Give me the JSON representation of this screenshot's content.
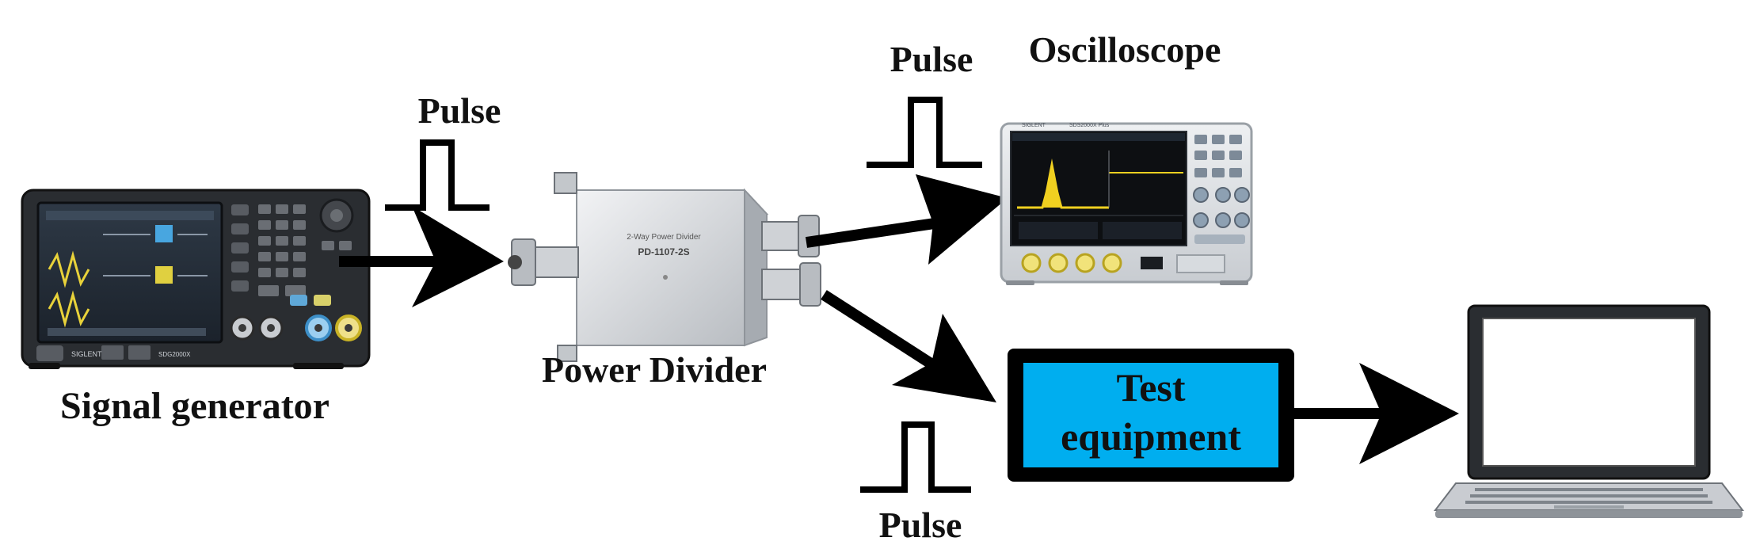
{
  "labels": {
    "pulse_generator_out": "Pulse",
    "pulse_to_oscilloscope": "Pulse",
    "pulse_to_test_equipment": "Pulse",
    "oscilloscope": "Oscilloscope",
    "signal_generator": "Signal generator",
    "power_divider": "Power Divider",
    "test_equipment_line1": "Test",
    "test_equipment_line2": "equipment"
  },
  "device_text": {
    "generator_brand": "SIGLENT",
    "generator_model": "SDG2000X",
    "divider_brand": "2-Way Power Divider",
    "divider_model": "PD-1107-2S",
    "oscilloscope_brand": "SIGLENT",
    "oscilloscope_model": "SDS2000X Plus"
  },
  "colors": {
    "test_equipment_fill": "#00aeef",
    "arrow": "#000000",
    "divider_body": "#d9dce0"
  },
  "icons": [
    "signal-generator-icon",
    "power-divider-icon",
    "oscilloscope-icon",
    "laptop-icon",
    "pulse-waveform-icon",
    "arrow-icon"
  ]
}
